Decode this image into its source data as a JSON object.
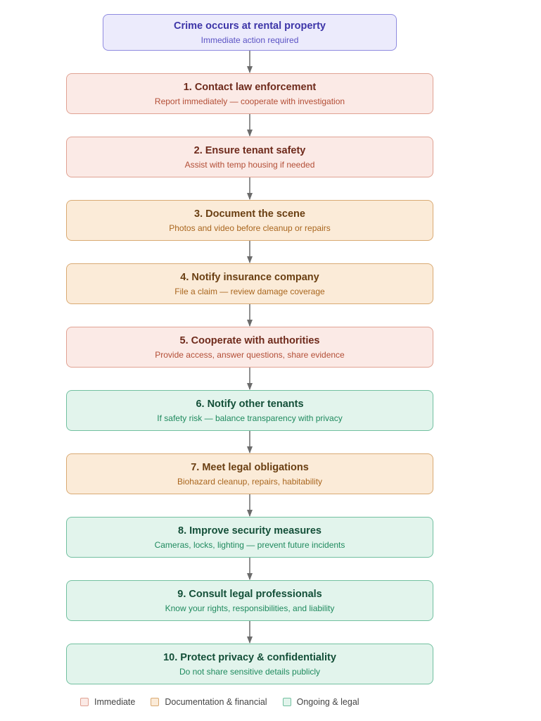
{
  "start": {
    "title": "Crime occurs at rental property",
    "subtitle": "Immediate action required"
  },
  "steps": [
    {
      "title": "1. Contact law enforcement",
      "subtitle": "Report immediately — cooperate with investigation",
      "category": "immediate"
    },
    {
      "title": "2. Ensure tenant safety",
      "subtitle": "Assist with temp housing if needed",
      "category": "immediate"
    },
    {
      "title": "3. Document the scene",
      "subtitle": "Photos and video before cleanup or repairs",
      "category": "documentation"
    },
    {
      "title": "4. Notify insurance company",
      "subtitle": "File a claim — review damage coverage",
      "category": "documentation"
    },
    {
      "title": "5. Cooperate with authorities",
      "subtitle": "Provide access, answer questions, share evidence",
      "category": "immediate"
    },
    {
      "title": "6. Notify other tenants",
      "subtitle": "If safety risk — balance transparency with privacy",
      "category": "ongoing"
    },
    {
      "title": "7. Meet legal obligations",
      "subtitle": "Biohazard cleanup, repairs, habitability",
      "category": "documentation"
    },
    {
      "title": "8. Improve security measures",
      "subtitle": "Cameras, locks, lighting — prevent future incidents",
      "category": "ongoing"
    },
    {
      "title": "9. Consult legal professionals",
      "subtitle": "Know your rights, responsibilities, and liability",
      "category": "ongoing"
    },
    {
      "title": "10. Protect privacy & confidentiality",
      "subtitle": "Do not share sensitive details publicly",
      "category": "ongoing"
    }
  ],
  "legend": [
    {
      "label": "Immediate",
      "category": "immediate"
    },
    {
      "label": "Documentation & financial",
      "category": "documentation"
    },
    {
      "label": "Ongoing & legal",
      "category": "ongoing"
    }
  ],
  "colors": {
    "arrow": "#6b6b6b",
    "start_fill": "#ecebfc",
    "immediate_fill": "#fbeae6",
    "documentation_fill": "#fbebd8",
    "ongoing_fill": "#e2f4ec"
  }
}
